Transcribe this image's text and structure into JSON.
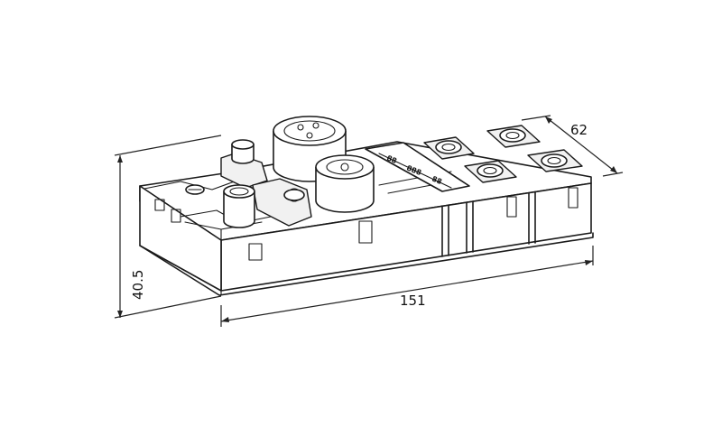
{
  "dimensions": {
    "length": "151",
    "height": "40.5",
    "depth": "62"
  },
  "port_labels": {
    "label_1": "88",
    "label_2": "888",
    "label_3": "88"
  }
}
